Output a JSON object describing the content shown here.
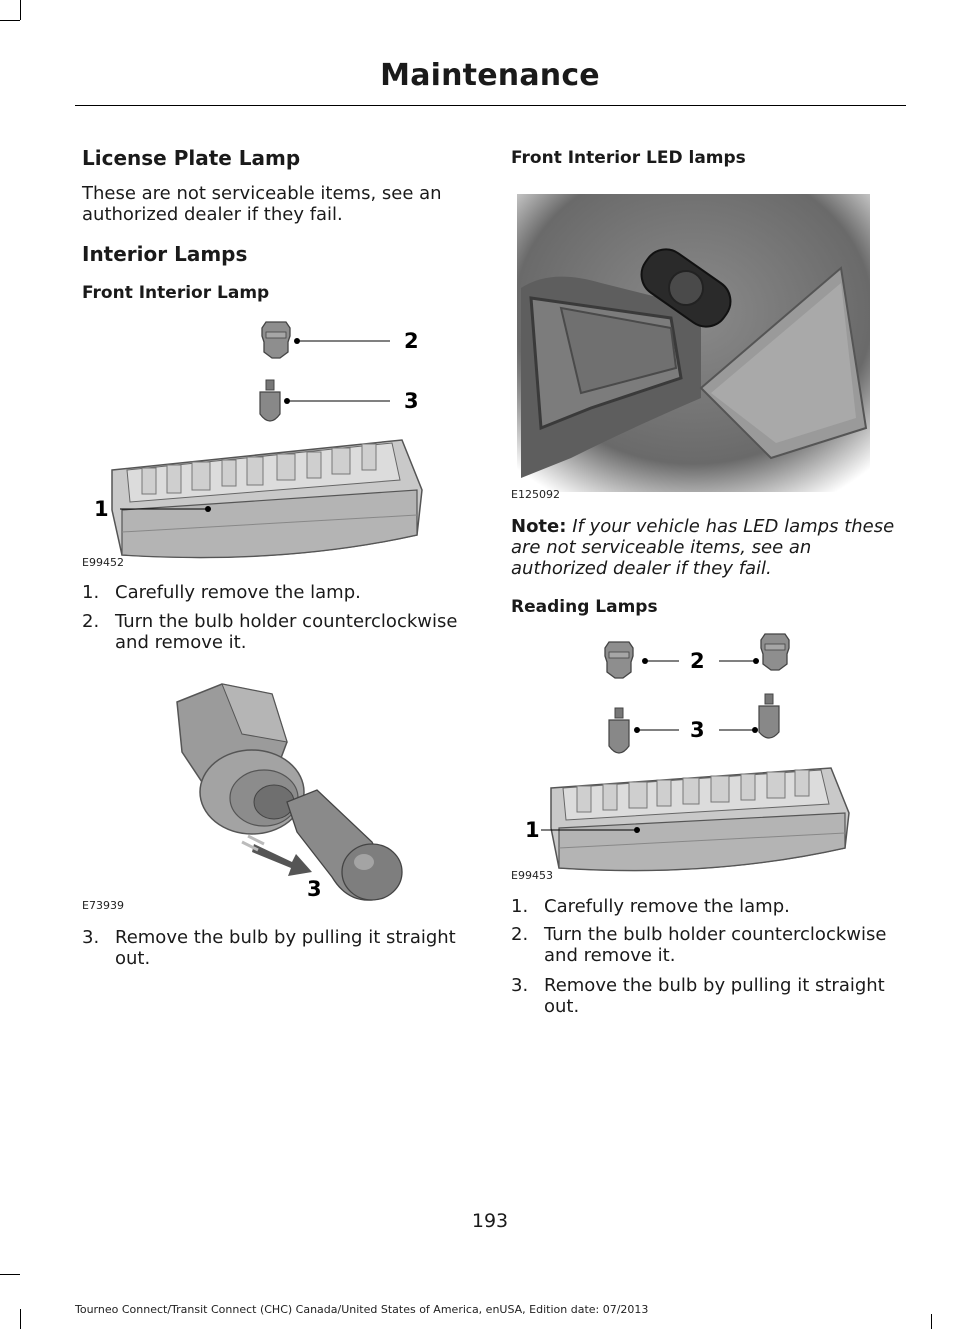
{
  "header": {
    "title": "Maintenance"
  },
  "left": {
    "license_heading": "License Plate Lamp",
    "license_text": "These are not serviceable items, see an authorized dealer if they fail.",
    "interior_heading": "Interior Lamps",
    "front_interior_heading": "Front Interior Lamp",
    "figure1": {
      "code": "E99452",
      "callouts": [
        "2",
        "3",
        "1"
      ]
    },
    "steps": [
      {
        "num": "1.",
        "text": "Carefully remove the lamp."
      },
      {
        "num": "2.",
        "text": "Turn the bulb holder counterclockwise and remove it."
      }
    ],
    "figure2": {
      "code": "E73939",
      "callout": "3"
    },
    "step3": {
      "num": "3.",
      "text": "Remove the bulb by pulling it straight out."
    }
  },
  "right": {
    "led_heading": "Front Interior LED lamps",
    "figure3": {
      "code": "E125092"
    },
    "note_label": "Note:",
    "note_text": "If your vehicle has LED lamps these are not serviceable items, see an authorized dealer if they fail.",
    "reading_heading": "Reading Lamps",
    "figure4": {
      "code": "E99453",
      "callouts": [
        "2",
        "3",
        "1"
      ]
    },
    "steps": [
      {
        "num": "1.",
        "text": "Carefully remove the lamp."
      },
      {
        "num": "2.",
        "text": "Turn the bulb holder counterclockwise and remove it."
      },
      {
        "num": "3.",
        "text": "Remove the bulb by pulling it straight out."
      }
    ]
  },
  "page_number": "193",
  "footer": "Tourneo Connect/Transit Connect (CHC) Canada/United States of America, enUSA, Edition date: 07/2013"
}
